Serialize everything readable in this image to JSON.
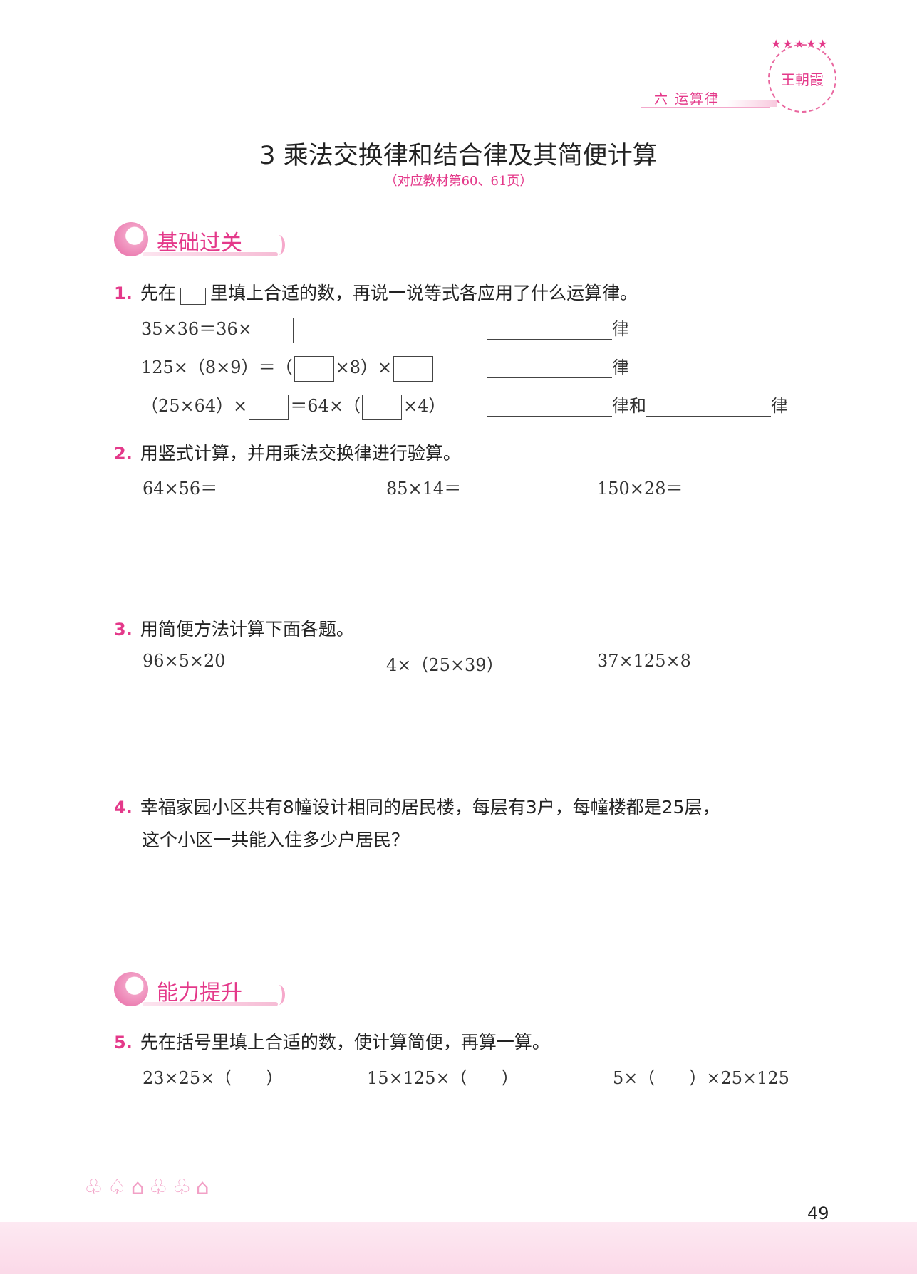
{
  "header": {
    "chapter": "六  运算律",
    "seal_text": "王朝霞"
  },
  "title": "3   乘法交换律和结合律及其简便计算",
  "subtitle": "（对应教材第60、61页）",
  "sections": [
    {
      "label": "基础过关"
    },
    {
      "label": "能力提升"
    }
  ],
  "q1": {
    "num": "1.",
    "pre": "先在",
    "post": "里填上合适的数，再说一说等式各应用了什么运算律。",
    "rows": [
      {
        "a": "35×36＝36×",
        "law": "律"
      },
      {
        "a": "125×（8×9）＝（",
        "b": "×8）×",
        "law": "律"
      },
      {
        "a": "（25×64）×",
        "b": "＝64×（",
        "c": "×4）",
        "law": "律和",
        "law2": "律"
      }
    ]
  },
  "q2": {
    "num": "2.",
    "text": "用竖式计算，并用乘法交换律进行验算。",
    "items": [
      "64×56＝",
      "85×14＝",
      "150×28＝"
    ]
  },
  "q3": {
    "num": "3.",
    "text": "用简便方法计算下面各题。",
    "items": [
      "96×5×20",
      "4×（25×39）",
      "37×125×8"
    ]
  },
  "q4": {
    "num": "4.",
    "line1": "幸福家园小区共有8幢设计相同的居民楼，每层有3户，每幢楼都是25层，",
    "line2": "这个小区一共能入住多少户居民？"
  },
  "q5": {
    "num": "5.",
    "text": "先在括号里填上合适的数，使计算简便，再算一算。",
    "items": [
      "23×25×（　　）",
      "15×125×（　　）",
      "5×（　　）×25×125"
    ]
  },
  "page_number": "49"
}
